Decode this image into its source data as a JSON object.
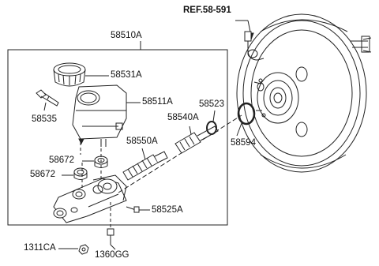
{
  "labels": {
    "ref": "REF.58-591",
    "assembly": "58510A",
    "reservoir_cap": "58531A",
    "reservoir": "58511A",
    "sensor": "58535",
    "seal_a": "58523",
    "piston_a": "58540A",
    "piston_b": "58550A",
    "grommet_1": "58672",
    "grommet_2": "58672",
    "bracket_bolt": "58525A",
    "oring": "58594",
    "nut": "1311CA",
    "bolt": "1360GG"
  }
}
